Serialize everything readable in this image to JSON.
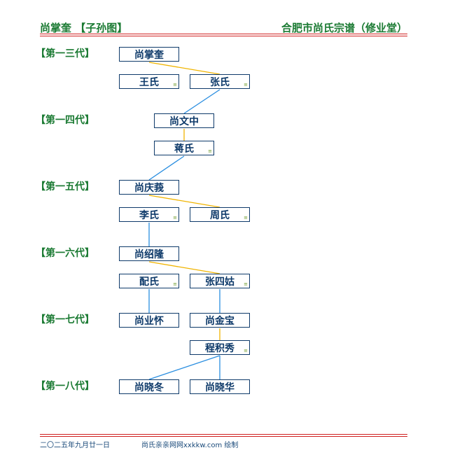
{
  "header": {
    "left": "尚掌奎 【子孙图】",
    "right": "合肥市尚氏宗谱（修业堂）"
  },
  "generations": [
    "【第一三代】",
    "【第一四代】",
    "【第一五代】",
    "【第一六代】",
    "【第一七代】",
    "【第一八代】"
  ],
  "people": {
    "p1": "尚掌奎",
    "w1a": "王氏",
    "w1b": "张氏",
    "p2": "尚文中",
    "w2": "蒋氏",
    "p3": "尚庆莪",
    "w3a": "李氏",
    "w3b": "周氏",
    "p4": "尚绍隆",
    "w4a": "配氏",
    "w4b": "张四姑",
    "p5a": "尚业怀",
    "p5b": "尚金宝",
    "w5b": "程积秀",
    "p6a": "尚晓冬",
    "p6b": "尚晓华"
  },
  "colors": {
    "spouse_line": "#f0b400",
    "descent_line": "#2a8ee0",
    "generation_label": "#1a7a32",
    "node_border": "#0e3a6a",
    "rule": "#d02020"
  },
  "footer": {
    "date": "二〇二五年九月廿一日",
    "credit": "尚氏亲亲网网xxkkw.com 绘制"
  }
}
